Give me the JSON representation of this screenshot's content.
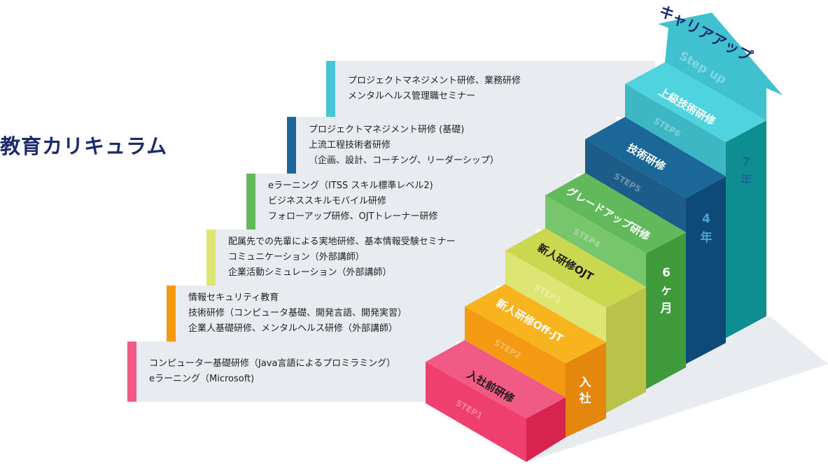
{
  "title": "教育カリキュラム",
  "arrow_label": "キャリアアップ",
  "colors": {
    "step1": "#f25a86",
    "step2": "#f39a12",
    "step3": "#dde673",
    "step4": "#62b95c",
    "step5": "#1b6797",
    "step6": "#47c6d3",
    "title": "#1c2a6e"
  },
  "panels": [
    {
      "accent": "#f25a86",
      "lines": [
        "コンピューター基礎研修（Java言語によるプロミラミング）",
        "eラーニング（Microsoft)"
      ]
    },
    {
      "accent": "#f39a12",
      "lines": [
        "情報セキュリティ教育",
        "技術研修（コンピュータ基礎、開発言語、開発実習）",
        "企業人基礎研修、メンタルヘルス研修（外部講師）"
      ]
    },
    {
      "accent": "#dde673",
      "lines": [
        "配属先での先輩による実地研修、基本情報受験セミナー",
        "コミュニケーション（外部講師）",
        "企業活動シミュレーション（外部講師）"
      ]
    },
    {
      "accent": "#62b95c",
      "lines": [
        "eラーニング（ITSS スキル標準レベル2)",
        "ビジネススキルモバイル研修",
        "フォローアップ研修、OJTトレーナー研修"
      ]
    },
    {
      "accent": "#1b6797",
      "lines": [
        "プロジェクトマネジメント研修 (基礎)",
        "上流工程技術者研修",
        "（企画、設計、コーチング、リーダーシップ）"
      ]
    },
    {
      "accent": "#47c6d3",
      "lines": [
        "プロジェクトマネジメント研修、業務研修",
        "メンタルヘルス管理職セミナー"
      ]
    }
  ],
  "steps": [
    {
      "label": "入社前研修",
      "step": "STEP1"
    },
    {
      "label": "新人研修Off-JT",
      "step": "STEP2"
    },
    {
      "label": "新人研修OJT",
      "step": "STEP3"
    },
    {
      "label": "グレードアップ研修",
      "step": "STEP4"
    },
    {
      "label": "技術研修",
      "step": "STEP5"
    },
    {
      "label": "上級技術研修",
      "step": "STEP6"
    }
  ],
  "top_step": "Step up",
  "side_labels": [
    {
      "text": "入社",
      "chars": [
        "入",
        "社"
      ]
    },
    {
      "text": "6ヶ月",
      "chars": [
        "6",
        "ヶ",
        "月"
      ]
    },
    {
      "text": "4年",
      "chars": [
        "4",
        "年"
      ]
    },
    {
      "text": "7年",
      "chars": [
        "7",
        "年"
      ]
    }
  ]
}
